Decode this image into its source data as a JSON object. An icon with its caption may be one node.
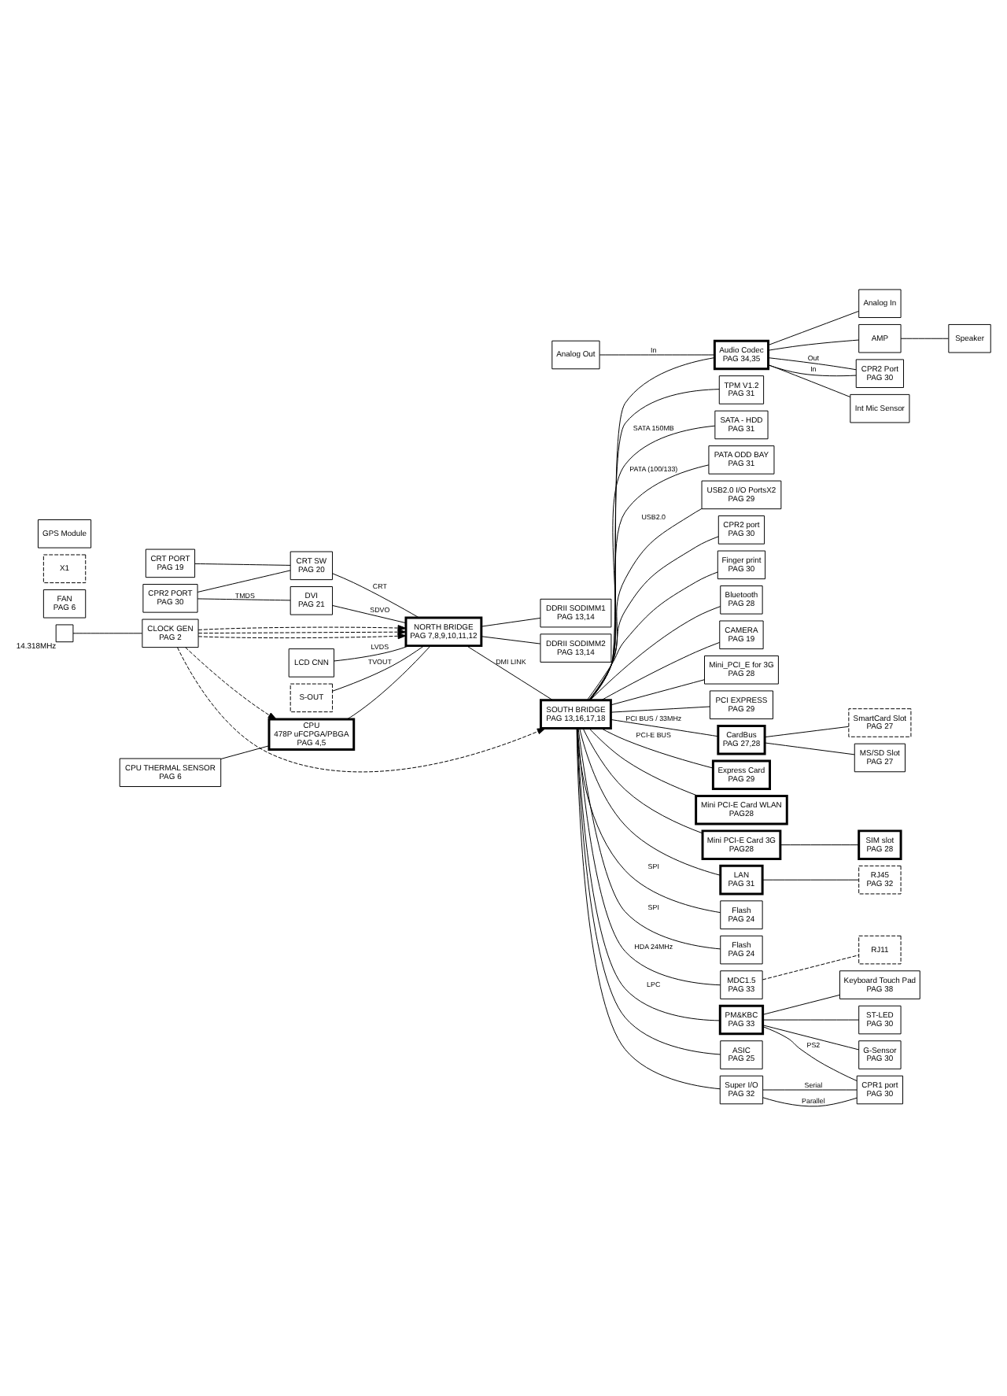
{
  "diagram": {
    "nodes": [
      {
        "text": [
          "CPU",
          "478P uFCPGA/PBGA",
          "PAG 4,5"
        ]
      },
      {
        "text": [
          "CPU THERMAL SENSOR",
          "PAG 6"
        ]
      },
      {
        "text": [
          "FAN",
          "PAG 6"
        ]
      },
      {
        "text": [
          "CLOCK GEN",
          "PAG 2"
        ]
      },
      {
        "text": [],
        "shape": "box",
        "beside": [
          "14.318MHz"
        ]
      },
      {
        "text": [
          "NORTH BRIDGE",
          "PAG 7,8,9,10,11,12"
        ]
      },
      {
        "text": [
          "CRT PORT",
          "PAG 19"
        ]
      },
      {
        "text": [
          "CPR2 PORT",
          "PAG 30"
        ]
      },
      {
        "text": [
          "LCD CNN"
        ]
      },
      {
        "text": [
          "S-OUT"
        ]
      },
      {
        "text": [
          "CRT SW",
          "PAG 20"
        ]
      },
      {
        "text": [
          "DVI",
          "PAG 21"
        ]
      },
      {
        "text": [
          "DDRII SODIMM1",
          "PAG 13,14"
        ]
      },
      {
        "text": [
          "DDRII SODIMM2",
          "PAG 13,14"
        ]
      },
      {
        "text": [
          "SOUTH BRIDGE",
          "PAG 13,16,17,18"
        ]
      },
      {
        "text": [
          "SATA - HDD",
          "PAG 31"
        ]
      },
      {
        "text": [
          "PATA ODD BAY",
          "PAG 31"
        ]
      },
      {
        "text": [
          "USB2.0 I/O PortsX2",
          "PAG 29"
        ]
      },
      {
        "text": [
          "X1"
        ]
      },
      {
        "text": [
          "CPR2 port",
          "PAG 30"
        ]
      },
      {
        "text": [
          "Finger print",
          "PAG 30"
        ]
      },
      {
        "text": [
          "Bluetooth",
          "PAG 28"
        ]
      },
      {
        "text": [
          "CAMERA",
          "PAG 19"
        ]
      },
      {
        "text": [
          "Mini_PCI_E for 3G",
          "PAG 28"
        ]
      },
      {
        "text": [
          "PCI EXPRESS",
          "PAG 29"
        ]
      },
      {
        "text": [
          "CardBus",
          "PAG 27,28"
        ]
      },
      {
        "text": [
          "SmartCard Slot",
          "PAG 27"
        ]
      },
      {
        "text": [
          "MS/SD Slot",
          "PAG 27"
        ]
      },
      {
        "text": [
          "Express Card",
          "PAG 29"
        ]
      },
      {
        "text": [
          "Mini PCI-E Card WLAN",
          "PAG28"
        ]
      },
      {
        "text": [
          "Mini PCI-E Card 3G",
          "PAG28"
        ]
      },
      {
        "text": [
          "SIM slot",
          "PAG 28"
        ]
      },
      {
        "text": [
          "LAN",
          "PAG 31"
        ]
      },
      {
        "text": [
          "RJ45",
          "PAG 32"
        ]
      },
      {
        "text": [
          "GPS Module"
        ]
      },
      {
        "text": [
          "Flash",
          "PAG 24"
        ]
      },
      {
        "text": [
          "Flash",
          "PAG 24"
        ]
      },
      {
        "text": [
          "MDC1.5",
          "PAG 33"
        ]
      },
      {
        "text": [
          "RJ11"
        ]
      },
      {
        "text": [
          "Audio Codec",
          "PAG 34,35"
        ]
      },
      {
        "text": [
          "Speaker"
        ]
      },
      {
        "text": [
          "AMP"
        ]
      },
      {
        "text": [
          "CPR2 Port",
          "PAG 30"
        ]
      },
      {
        "text": [
          "Analog Out"
        ]
      },
      {
        "text": [
          "Int Mic Sensor"
        ]
      },
      {
        "text": [
          "Analog In"
        ]
      },
      {
        "text": [
          "PM&KBC",
          "PAG 33"
        ]
      },
      {
        "text": [
          "Keyboard Touch Pad",
          "PAG 38"
        ]
      },
      {
        "text": [
          "ST-LED",
          "PAG 30"
        ]
      },
      {
        "text": [
          "G-Sensor",
          "PAG 30"
        ]
      },
      {
        "text": [
          "ASIC",
          "PAG 25"
        ]
      },
      {
        "text": [
          "Super I/O",
          "PAG 32"
        ]
      },
      {
        "text": [
          "CPR1 port",
          "PAG 30"
        ]
      },
      {
        "text": [
          "TPM V1.2",
          "PAG 31"
        ]
      }
    ],
    "edges": [
      {
        "from": 0,
        "to": 5,
        "arrow": "none"
      },
      {
        "from": 1,
        "to": 0,
        "arrow": "none"
      },
      {
        "from": 4,
        "to": 3,
        "arrow": "none"
      },
      {
        "from": 3,
        "to": 0,
        "arrow": "to",
        "style": "dashed"
      },
      {
        "from": 3,
        "to": 5,
        "arrow": "to",
        "style": "dashed"
      },
      {
        "from": 3,
        "to": 5,
        "arrow": "to",
        "style": "dashed"
      },
      {
        "from": 3,
        "to": 5,
        "arrow": "to",
        "style": "dashed"
      },
      {
        "from": 3,
        "to": 14,
        "arrow": "to",
        "style": "dashed"
      },
      {
        "from": 6,
        "to": 10,
        "arrow": "none"
      },
      {
        "from": 7,
        "to": 10,
        "arrow": "none"
      },
      {
        "from": 10,
        "to": 5,
        "arrow": "none",
        "label": "CRT"
      },
      {
        "from": 7,
        "to": 11,
        "arrow": "none",
        "label": "TMDS"
      },
      {
        "from": 11,
        "to": 5,
        "arrow": "none",
        "label": "SDVO"
      },
      {
        "from": 8,
        "to": 5,
        "arrow": "none",
        "label": "LVDS"
      },
      {
        "from": 9,
        "to": 5,
        "arrow": "none",
        "label": "TVOUT"
      },
      {
        "from": 5,
        "to": 12,
        "arrow": "none"
      },
      {
        "from": 5,
        "to": 13,
        "arrow": "none"
      },
      {
        "from": 5,
        "to": 14,
        "arrow": "none",
        "label": "DMI LINK"
      },
      {
        "from": 14,
        "to": 15,
        "arrow": "none",
        "label": "SATA 150MB"
      },
      {
        "from": 14,
        "to": 16,
        "arrow": "none",
        "label": "PATA (100/133)"
      },
      {
        "from": 14,
        "to": 17,
        "arrow": "none",
        "label": "USB2.0"
      },
      {
        "from": 14,
        "to": 19,
        "arrow": "none"
      },
      {
        "from": 14,
        "to": 20,
        "arrow": "none"
      },
      {
        "from": 14,
        "to": 21,
        "arrow": "none"
      },
      {
        "from": 14,
        "to": 22,
        "arrow": "none"
      },
      {
        "from": 14,
        "to": 23,
        "arrow": "none"
      },
      {
        "from": 14,
        "to": 24,
        "arrow": "none"
      },
      {
        "from": 14,
        "to": 25,
        "arrow": "none",
        "label": "PCI BUS / 33MHz"
      },
      {
        "from": 25,
        "to": 26,
        "arrow": "none"
      },
      {
        "from": 25,
        "to": 27,
        "arrow": "none"
      },
      {
        "from": 14,
        "to": 28,
        "arrow": "none",
        "label": "PCI-E BUS"
      },
      {
        "from": 14,
        "to": 29,
        "arrow": "none"
      },
      {
        "from": 14,
        "to": 30,
        "arrow": "none"
      },
      {
        "from": 14,
        "to": 32,
        "arrow": "none"
      },
      {
        "from": 30,
        "to": 31,
        "arrow": "none"
      },
      {
        "from": 32,
        "to": 33,
        "arrow": "none"
      },
      {
        "from": 14,
        "to": 35,
        "arrow": "none",
        "label": "SPI"
      },
      {
        "from": 14,
        "to": 36,
        "arrow": "none",
        "label": "SPI"
      },
      {
        "from": 14,
        "to": 37,
        "arrow": "none",
        "label": "HDA 24MHz"
      },
      {
        "from": 14,
        "to": 39,
        "arrow": "none"
      },
      {
        "from": 37,
        "to": 38,
        "arrow": "none",
        "style": "dashed"
      },
      {
        "from": 39,
        "to": 41,
        "arrow": "none"
      },
      {
        "from": 41,
        "to": 40,
        "arrow": "none"
      },
      {
        "from": 39,
        "to": 42,
        "arrow": "none",
        "label": "Out"
      },
      {
        "from": 42,
        "to": 39,
        "arrow": "none",
        "label": "In"
      },
      {
        "from": 43,
        "to": 39,
        "arrow": "none",
        "label": "In"
      },
      {
        "from": 39,
        "to": 44,
        "arrow": "none"
      },
      {
        "from": 39,
        "to": 45,
        "arrow": "none"
      },
      {
        "from": 14,
        "to": 46,
        "arrow": "none",
        "label": "LPC"
      },
      {
        "from": 14,
        "to": 50,
        "arrow": "none"
      },
      {
        "from": 14,
        "to": 51,
        "arrow": "none"
      },
      {
        "from": 14,
        "to": 53,
        "arrow": "none"
      },
      {
        "from": 46,
        "to": 47,
        "arrow": "none"
      },
      {
        "from": 46,
        "to": 48,
        "arrow": "none"
      },
      {
        "from": 46,
        "to": 49,
        "arrow": "none"
      },
      {
        "from": 46,
        "to": 52,
        "arrow": "none",
        "label": "PS2"
      },
      {
        "from": 51,
        "to": 52,
        "arrow": "none",
        "label": "Parallel"
      },
      {
        "from": 51,
        "to": 52,
        "arrow": "none",
        "label": "Serial"
      }
    ]
  }
}
